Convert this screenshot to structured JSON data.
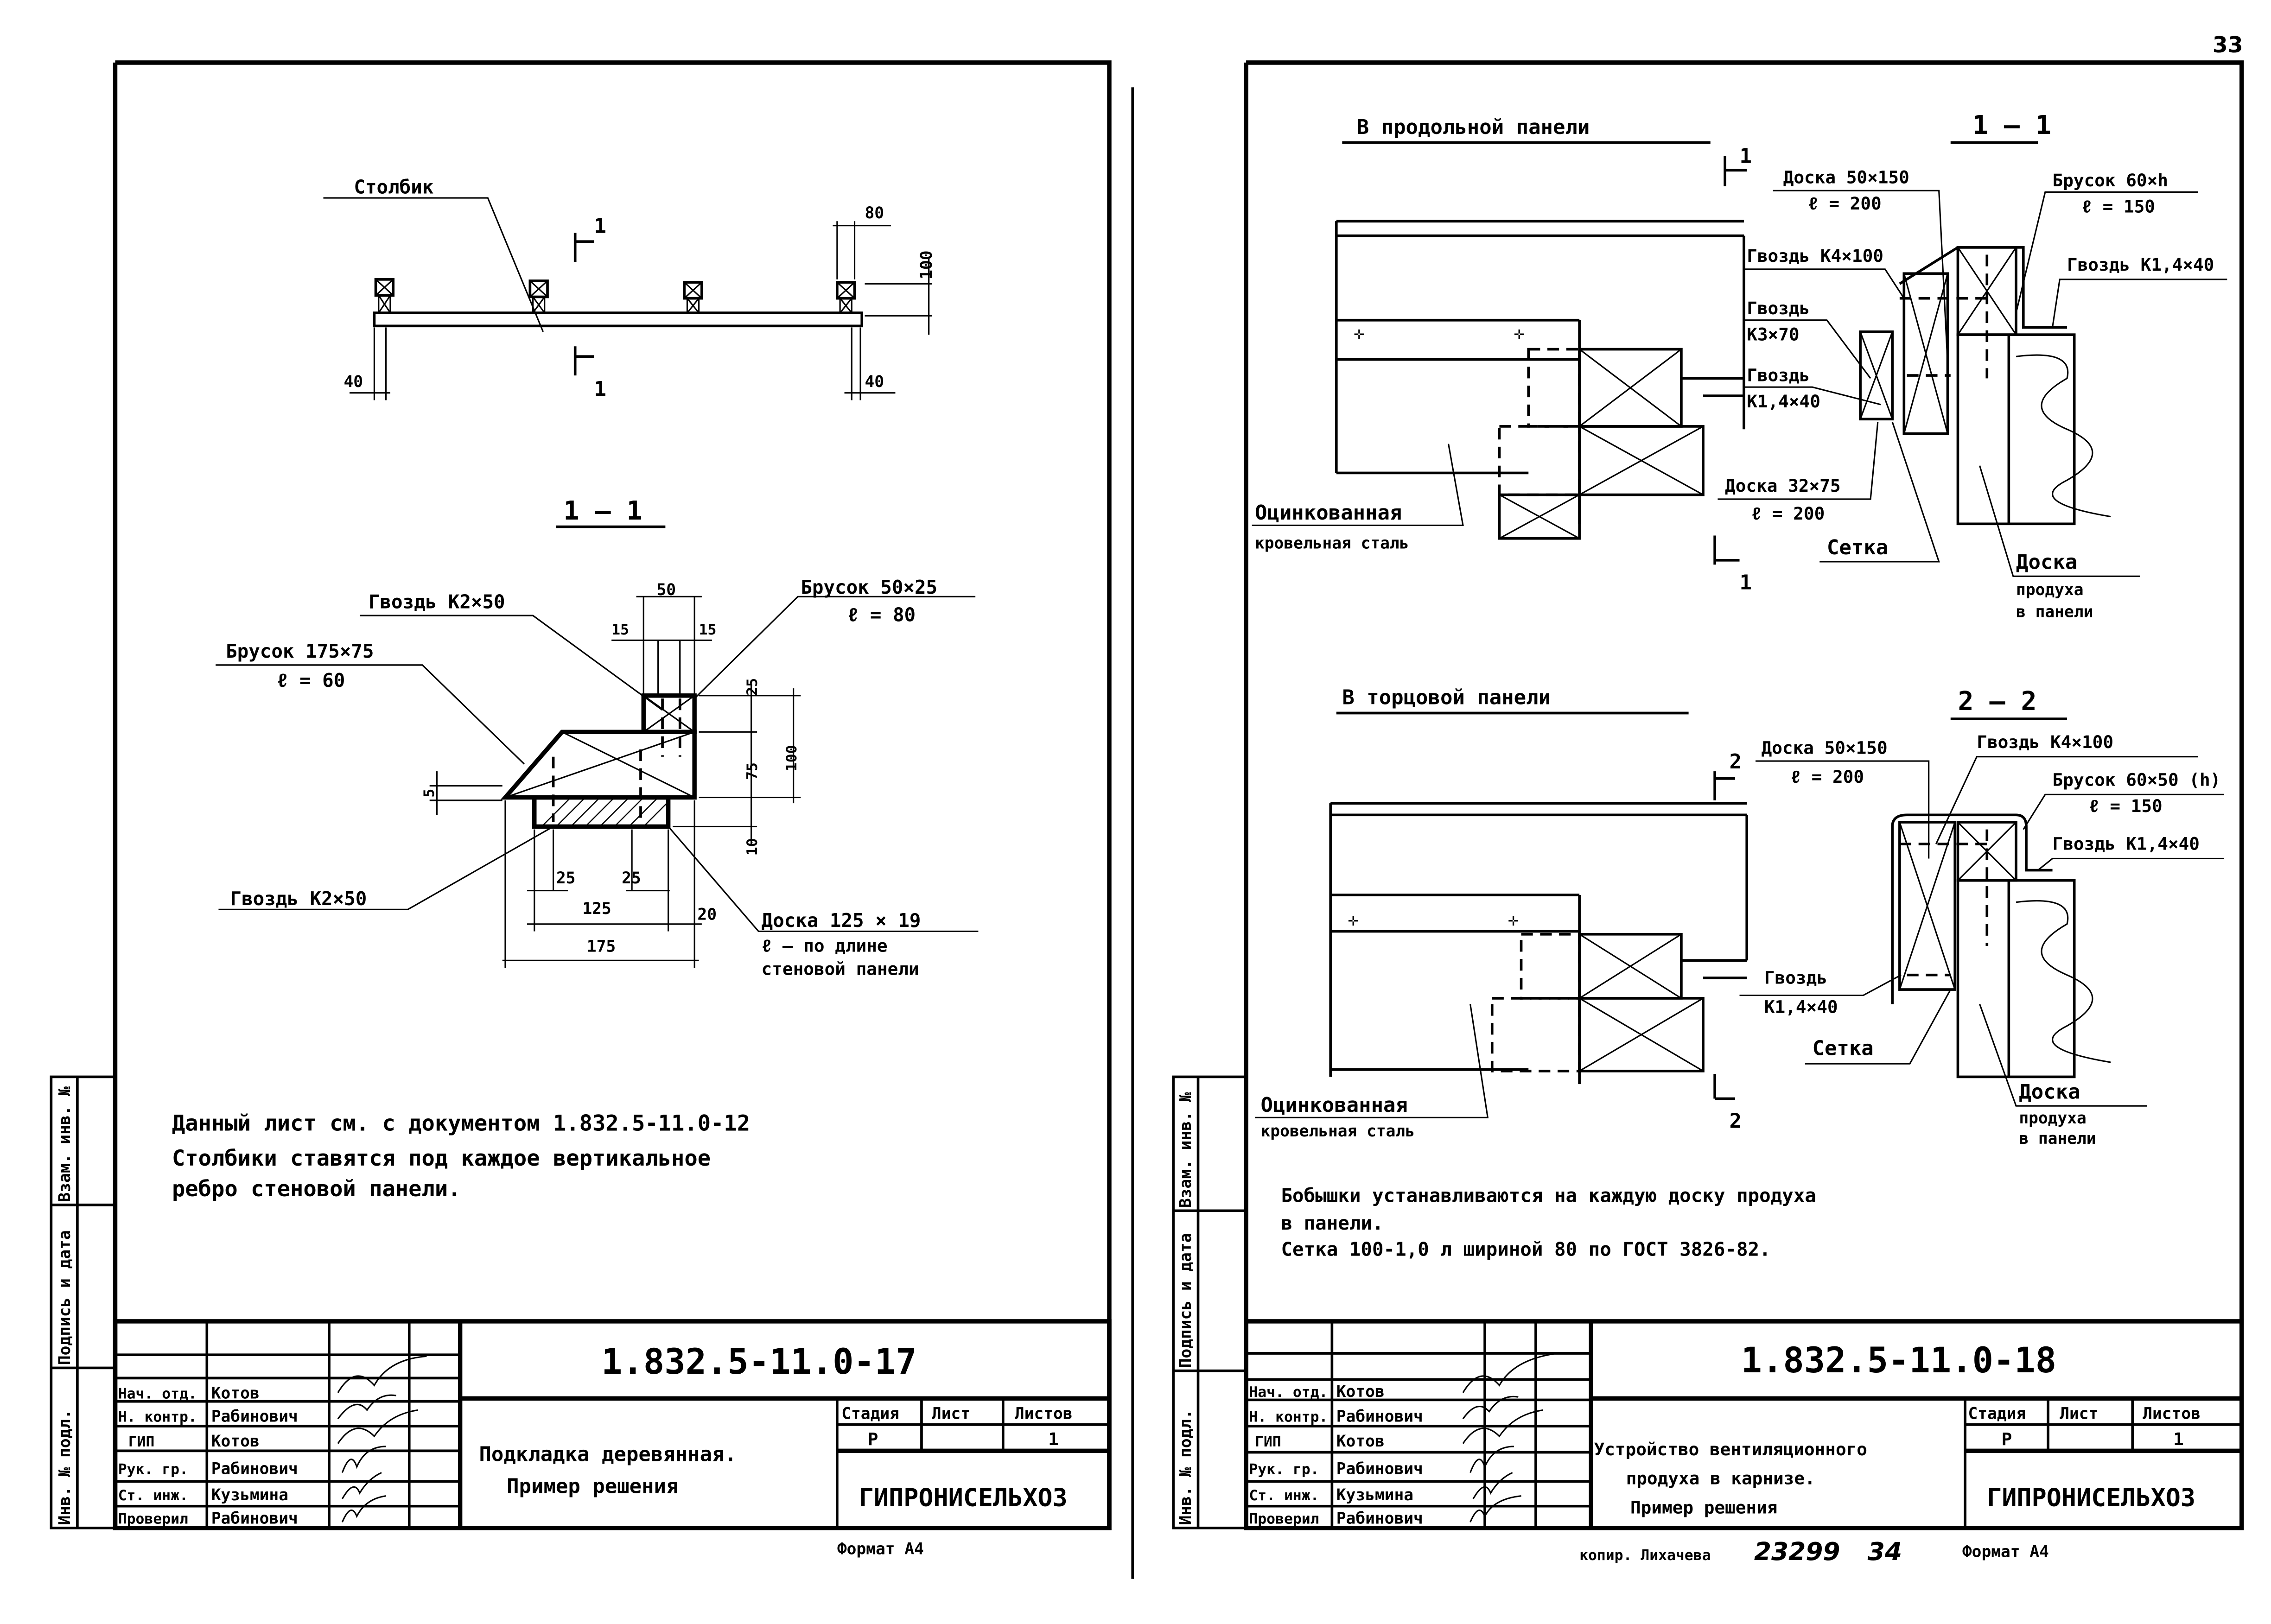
{
  "page_number": "33",
  "left_sheet": {
    "plan": {
      "post_label": "Столбик",
      "section_mark": "1",
      "dim_80": "80",
      "dim_100": "100",
      "dim_40_left": "40",
      "dim_40_right": "40"
    },
    "section": {
      "title": "1 — 1",
      "nail_top": "Гвоздь К2×50",
      "bar_top": "Брусок 50×25",
      "bar_top_len": "ℓ = 80",
      "bar_main": "Брусок 175×75",
      "bar_main_len": "ℓ = 60",
      "nail_bottom": "Гвоздь К2×50",
      "board": "Доска 125 × 19",
      "board_len_1": "ℓ – по длине",
      "board_len_2": "стеновой панели",
      "dims": {
        "d50": "50",
        "d15a": "15",
        "d15b": "15",
        "d25": "25",
        "d75": "75",
        "d100": "100",
        "d5": "5",
        "d10": "10",
        "d25a": "25",
        "d25b": "25",
        "d125": "125",
        "d175": "175",
        "d20": "20"
      }
    },
    "notes": [
      "Данный лист см. с документом 1.832.5-11.0-12",
      "Столбики ставятся под каждое вертикальное",
      "ребро стеновой панели."
    ],
    "title_block": {
      "doc_code": "1.832.5-11.0-17",
      "title_lines": [
        "Подкладка деревянная.",
        "Пример решения"
      ],
      "stage_header": "Стадия",
      "sheet_header": "Лист",
      "sheets_header": "Листов",
      "stage": "Р",
      "sheet": "",
      "sheets": "1",
      "org": "ГИПРОНИСЕЛЬХОЗ",
      "roles": [
        {
          "role": "Нач. отд.",
          "name": "Котов"
        },
        {
          "role": "Н. контр.",
          "name": "Рабинович"
        },
        {
          "role": "ГИП",
          "name": "Котов"
        },
        {
          "role": "Рук. гр.",
          "name": "Рабинович"
        },
        {
          "role": "Ст. инж.",
          "name": "Кузьмина"
        },
        {
          "role": "Проверил",
          "name": "Рабинович"
        }
      ],
      "format": "Формат А4"
    },
    "margin": [
      "Инв. № подл.",
      "Подпись и дата",
      "Взам. инв. №"
    ]
  },
  "right_sheet": {
    "view1": {
      "heading": "В продольной панели",
      "section_title": "1 — 1",
      "section_mark": "1",
      "board_50x150": "Доска 50×150",
      "board_50x150_len": "ℓ = 200",
      "bar_60h": "Брусок 60×h",
      "bar_60h_len": "ℓ = 150",
      "nail_k4": "Гвоздь К4×100",
      "nail_k14_right": "Гвоздь К1,4×40",
      "nail_k3_1": "Гвоздь",
      "nail_k3_2": "К3×70",
      "nail_k14_1": "Гвоздь",
      "nail_k14_2": "К1,4×40",
      "board_32x75": "Доска 32×75",
      "board_32x75_len": "ℓ = 200",
      "mesh": "Сетка",
      "steel_1": "Оцинкованная",
      "steel_2": "кровельная сталь",
      "vent_1": "Доска",
      "vent_2": "продуха",
      "vent_3": "в панели"
    },
    "view2": {
      "heading": "В торцовой панели",
      "section_title": "2 – 2",
      "section_mark": "2",
      "board_50x150": "Доска 50×150",
      "board_50x150_len": "ℓ = 200",
      "nail_k4": "Гвоздь К4×100",
      "bar_60x50": "Брусок 60×50 (h)",
      "bar_60x50_len": "ℓ = 150",
      "nail_k14_right": "Гвоздь К1,4×40",
      "nail_k14_1": "Гвоздь",
      "nail_k14_2": "К1,4×40",
      "mesh": "Сетка",
      "steel_1": "Оцинкованная",
      "steel_2": "кровельная сталь",
      "vent_1": "Доска",
      "vent_2": "продуха",
      "vent_3": "в панели"
    },
    "notes": [
      "Бобышки устанавливаются на каждую доску продуха",
      "в панели.",
      "Сетка 100-1,0 л шириной 80 по ГОСТ 3826-82."
    ],
    "title_block": {
      "doc_code": "1.832.5-11.0-18",
      "title_lines": [
        "Устройство вентиляционного",
        "продуха в карнизе.",
        "Пример решения"
      ],
      "stage_header": "Стадия",
      "sheet_header": "Лист",
      "sheets_header": "Листов",
      "stage": "Р",
      "sheet": "",
      "sheets": "1",
      "org": "ГИПРОНИСЕЛЬХОЗ",
      "roles": [
        {
          "role": "Нач. отд.",
          "name": "Котов"
        },
        {
          "role": "Н. контр.",
          "name": "Рабинович"
        },
        {
          "role": "ГИП",
          "name": "Котов"
        },
        {
          "role": "Рук. гр.",
          "name": "Рабинович"
        },
        {
          "role": "Ст. инж.",
          "name": "Кузьмина"
        },
        {
          "role": "Проверил",
          "name": "Рабинович"
        }
      ],
      "copied_by": "копир. Лихачева",
      "order_no": "23299",
      "order_page": "34",
      "format": "Формат А4"
    },
    "margin": [
      "Инв. № подл.",
      "Подпись и дата",
      "Взам. инв. №"
    ]
  }
}
